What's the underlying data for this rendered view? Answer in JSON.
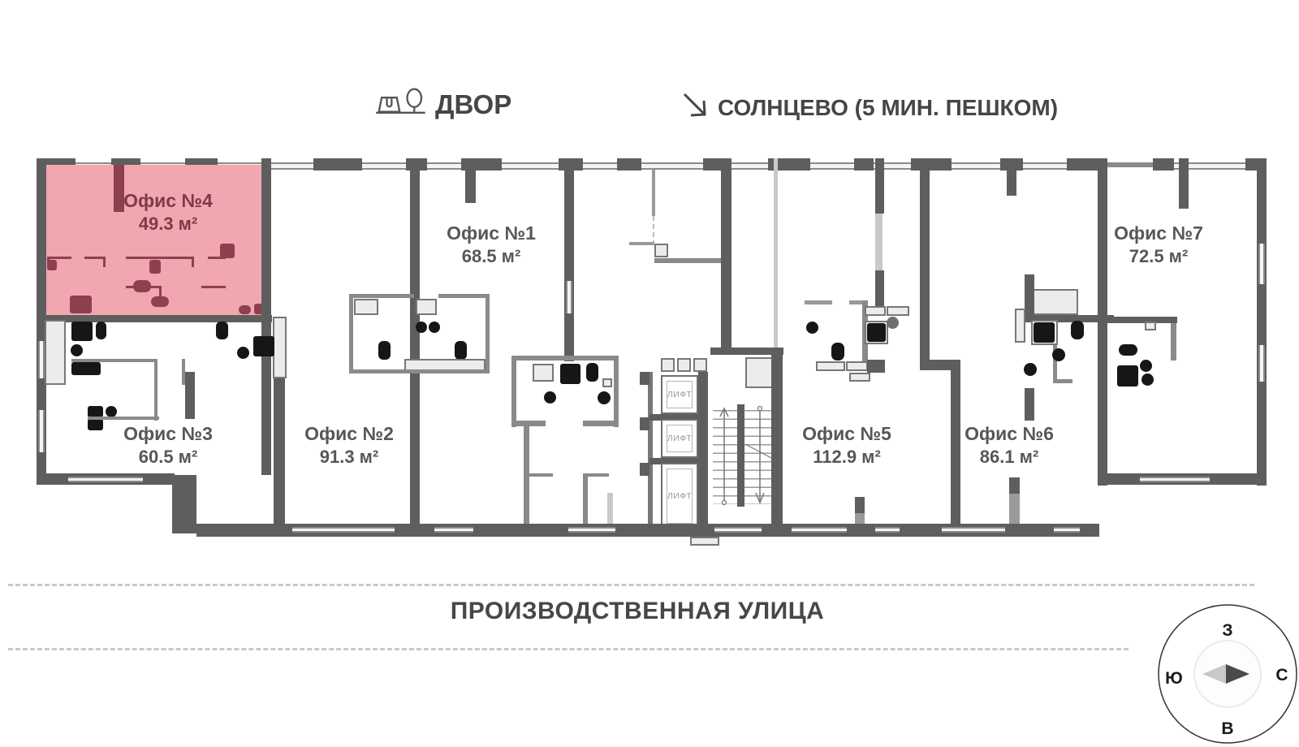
{
  "header": {
    "courtyard_label": "ДВОР",
    "direction_label": "СОЛНЦЕВО (5 МИН. ПЕШКОМ)"
  },
  "street": {
    "label": "ПРОИЗВОДСТВЕННАЯ УЛИЦА"
  },
  "offices": [
    {
      "name": "Офис №1",
      "area": "68.5 м²",
      "highlighted": false
    },
    {
      "name": "Офис №2",
      "area": "91.3 м²",
      "highlighted": false
    },
    {
      "name": "Офис №3",
      "area": "60.5 м²",
      "highlighted": false
    },
    {
      "name": "Офис №4",
      "area": "49.3 м²",
      "highlighted": true
    },
    {
      "name": "Офис №5",
      "area": "112.9 м²",
      "highlighted": false
    },
    {
      "name": "Офис №6",
      "area": "86.1 м²",
      "highlighted": false
    },
    {
      "name": "Офис №7",
      "area": "72.5 м²",
      "highlighted": false
    }
  ],
  "elevators": {
    "label": "ЛИФТ",
    "count": 3
  },
  "compass": {
    "top": "З",
    "right": "С",
    "bottom": "В",
    "left": "Ю"
  },
  "colors": {
    "highlight_fill": "#f2a6b0",
    "highlight_wall": "#8e4050",
    "highlight_text": "#7c3b49",
    "wall": "#5e5e5e",
    "label": "#54585b"
  }
}
